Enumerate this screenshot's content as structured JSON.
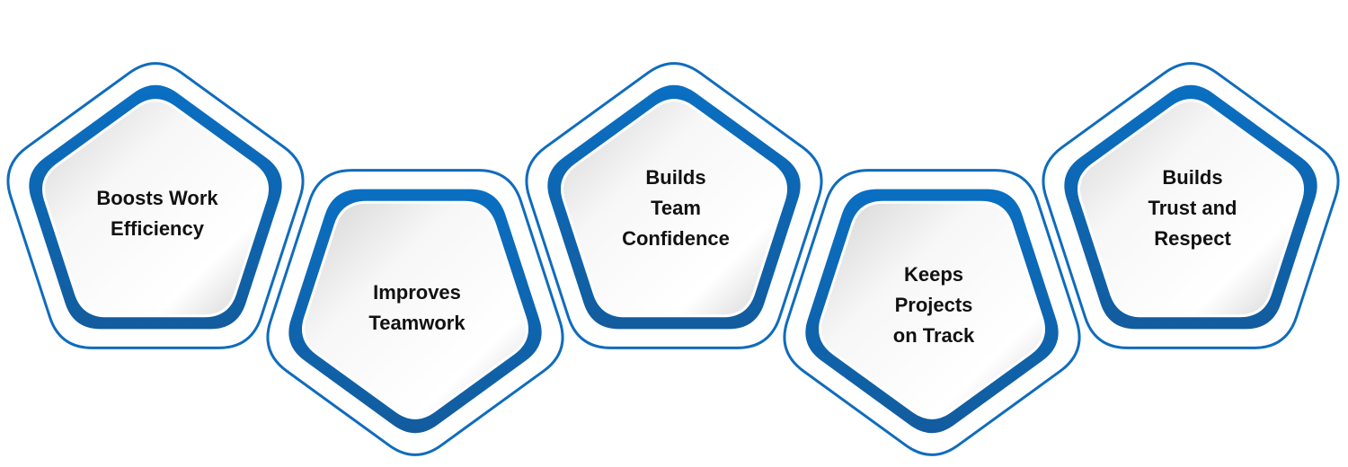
{
  "colors": {
    "outline": "#0f6cbd",
    "ring": "#0d6bbd",
    "ring_dark": "#105a9c",
    "fill_light": "#ffffff",
    "fill_shade": "#d9d9d9",
    "text": "#111111"
  },
  "steps": [
    {
      "label": "Boosts Work Efficiency",
      "lines": [
        "Boosts Work",
        "Efficiency"
      ],
      "orientation": "up"
    },
    {
      "label": "Improves Teamwork",
      "lines": [
        "Improves",
        "Teamwork"
      ],
      "orientation": "down"
    },
    {
      "label": "Builds Team Confidence",
      "lines": [
        "Builds",
        "Team",
        "Confidence"
      ],
      "orientation": "up"
    },
    {
      "label": "Keeps Projects on Track",
      "lines": [
        "Keeps",
        "Projects",
        "on Track"
      ],
      "orientation": "down"
    },
    {
      "label": "Builds Trust and Respect",
      "lines": [
        "Builds",
        "Trust and",
        "Respect"
      ],
      "orientation": "up"
    }
  ]
}
